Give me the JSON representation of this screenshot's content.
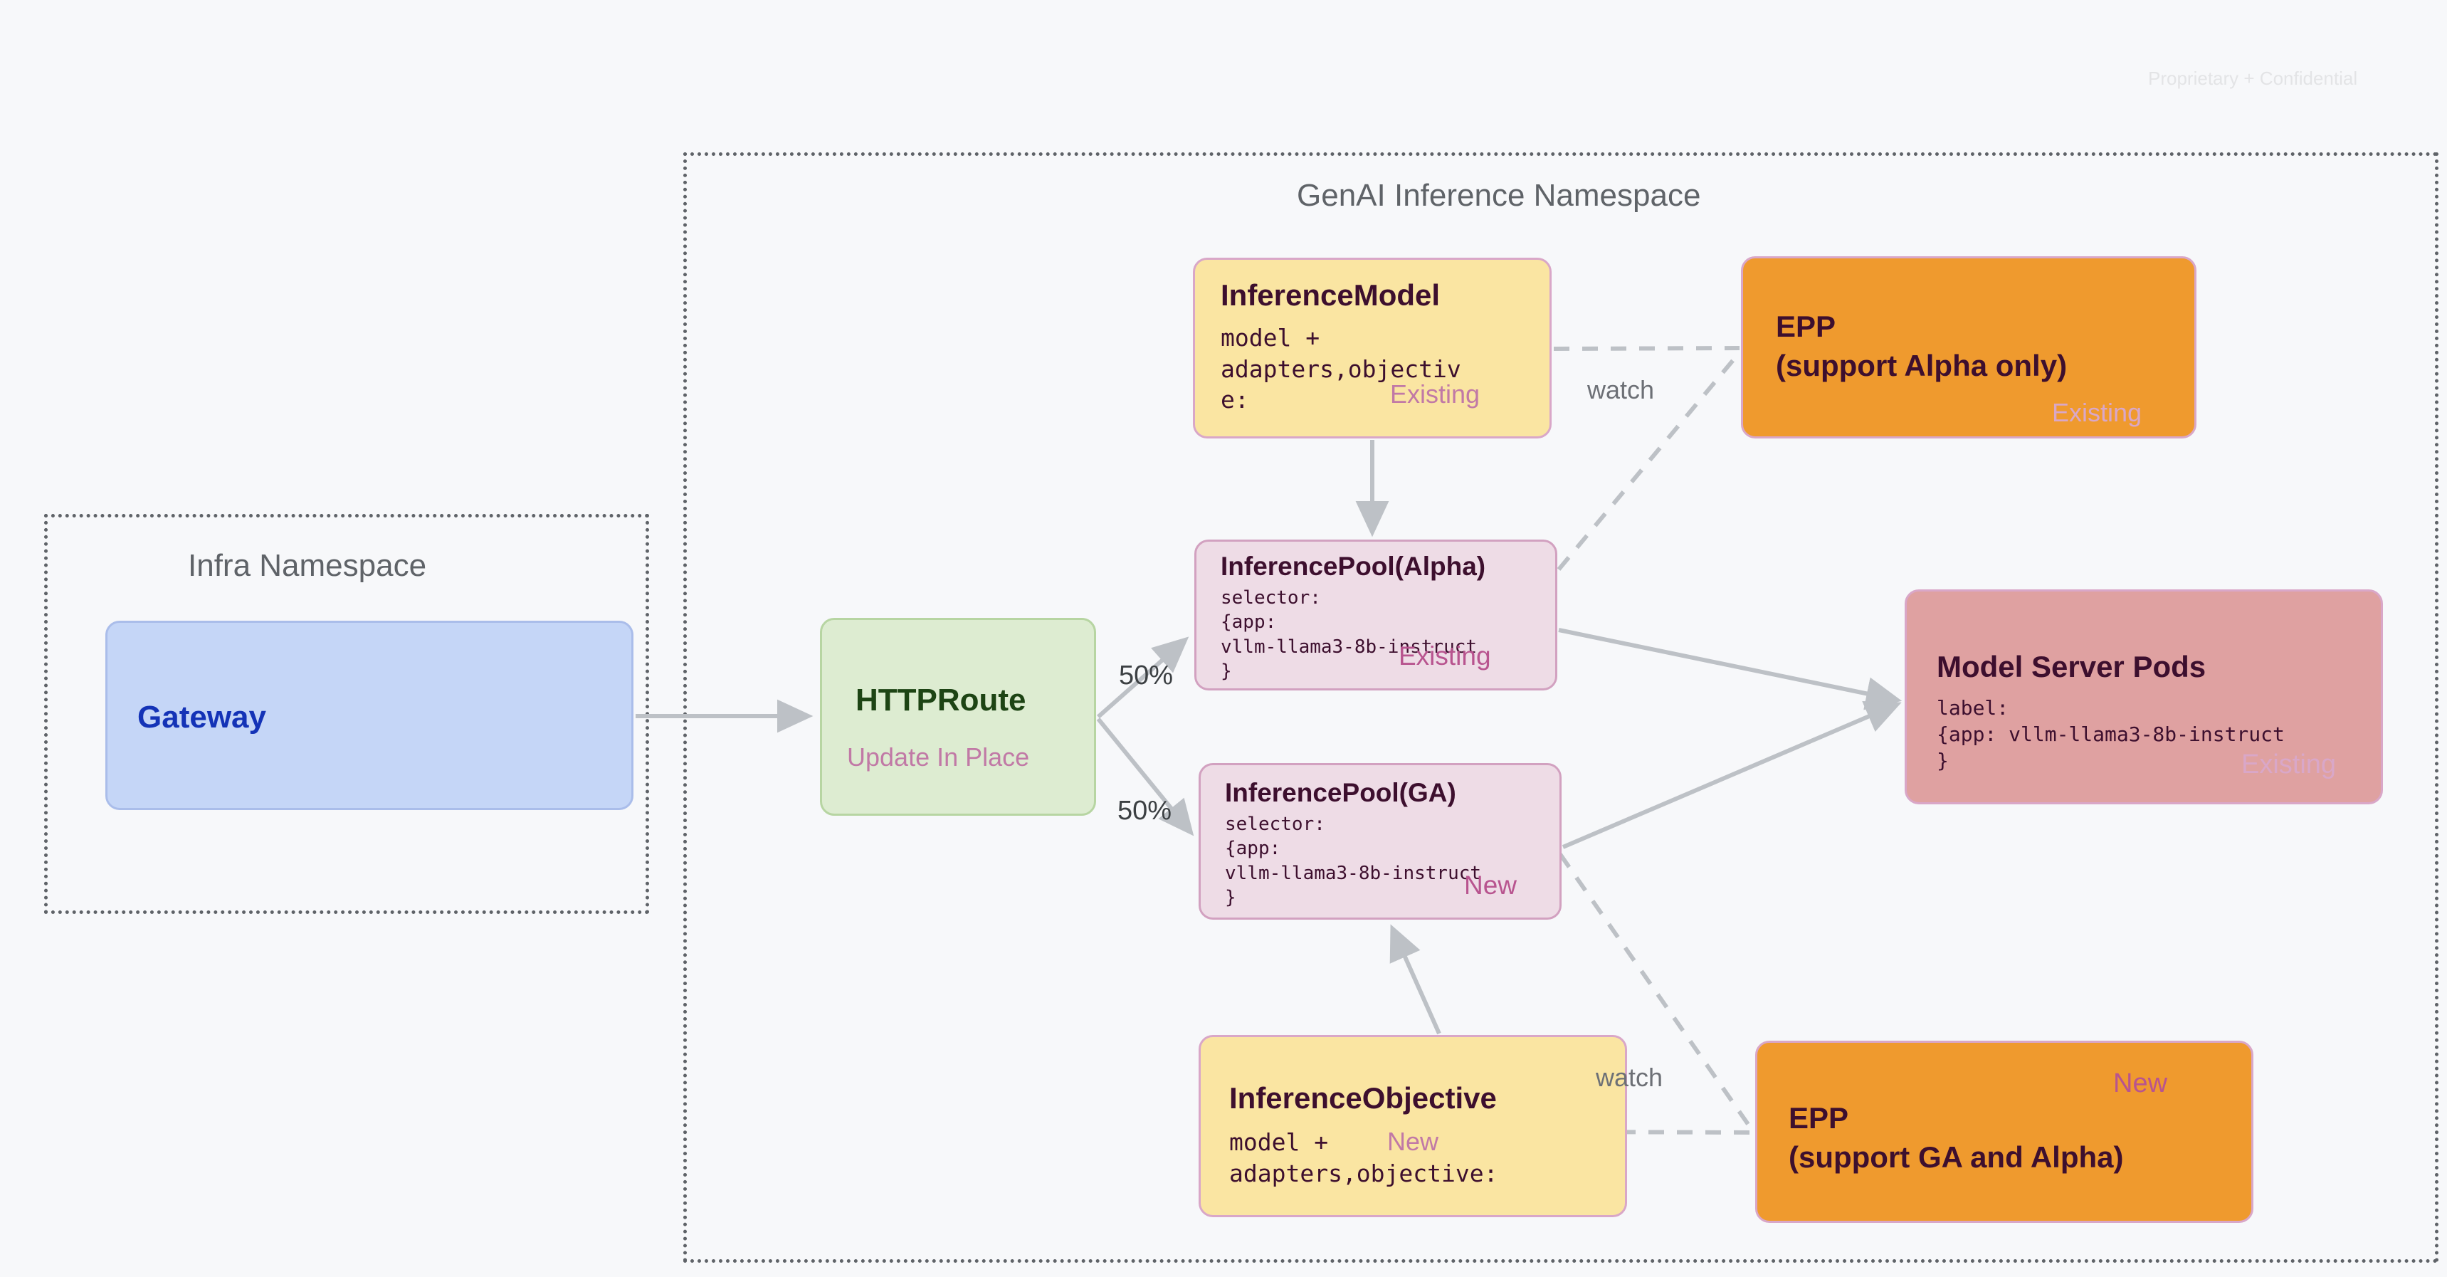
{
  "header": {
    "confidential": "Proprietary + Confidential"
  },
  "namespaces": [
    {
      "id": "infra",
      "title": "Infra Namespace"
    },
    {
      "id": "genai",
      "title": "GenAI Inference Namespace"
    }
  ],
  "nodes": {
    "gateway": {
      "title": "Gateway"
    },
    "httproute": {
      "title": "HTTPRoute",
      "tag": "Update In Place"
    },
    "inferencemodel": {
      "title": "InferenceModel",
      "code": "model +\nadapters,objectiv\ne:",
      "tag": "Existing"
    },
    "epp_alpha": {
      "title": "EPP\n(support Alpha only)",
      "tag": "Existing"
    },
    "pool_alpha": {
      "title": "InferencePool(Alpha)",
      "code": "selector:\n{app:\nvllm-llama3-8b-instruct\n}",
      "tag": "Existing"
    },
    "pool_ga": {
      "title": "InferencePool(GA)",
      "code": "selector:\n{app:\nvllm-llama3-8b-instruct\n}",
      "tag": "New"
    },
    "modelpods": {
      "title": "Model Server Pods",
      "code": "label:\n{app: vllm-llama3-8b-instruct\n}",
      "tag": "Existing"
    },
    "inferenceobjective": {
      "title": "InferenceObjective",
      "code": "model +\nadapters,objective:",
      "tag": "New"
    },
    "epp_ga": {
      "title": "EPP\n(support GA and Alpha)",
      "tag": "New"
    }
  },
  "edge_labels": {
    "split_top": "50%",
    "split_bottom": "50%",
    "watch_top": "watch",
    "watch_bottom": "watch"
  },
  "colors": {
    "background": "#f7f8fa",
    "gateway_fill": "#c5d6f7",
    "gateway_text": "#1433b7",
    "httproute_fill": "#ddecd1",
    "httproute_text": "#1d4414",
    "yellow_fill": "#fae5a2",
    "pink_fill": "#eedce6",
    "orange_fill": "#ef9a2e",
    "red_fill": "#dfa1a1",
    "tag_new": "#b8548f",
    "tag_existing": "#c179a6",
    "edge": "#bdc1c6",
    "dark_text": "#3d0f2e",
    "namespace_text": "#5f6368"
  }
}
